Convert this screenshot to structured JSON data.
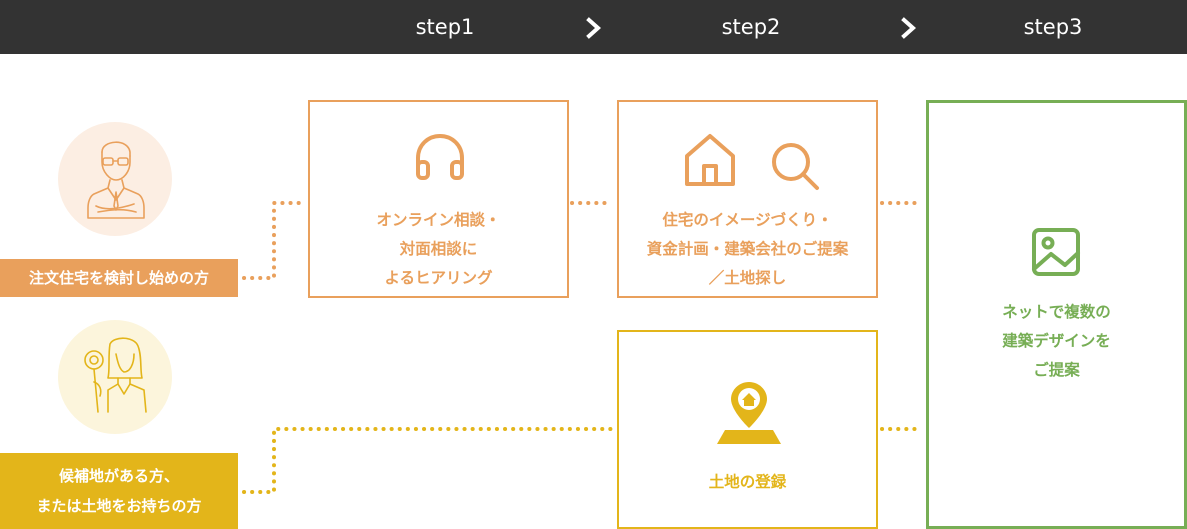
{
  "header": {
    "steps": [
      "step1",
      "step2",
      "step3"
    ]
  },
  "colors": {
    "header_bg": "#333333",
    "orange": "#E9A05C",
    "yellow": "#E3B51A",
    "green": "#77AE55",
    "orange_light": "#FCEEE3",
    "yellow_light": "#FCF5DC"
  },
  "starts": {
    "customer_a": [
      "注文住宅を検討し始めの方"
    ],
    "customer_b": [
      "候補地がある方、",
      "または土地をお持ちの方"
    ]
  },
  "steps": {
    "consult": [
      "オンライン相談・",
      "対面相談に",
      "よるヒアリング"
    ],
    "planning": [
      "住宅のイメージづくり・",
      "資金計画・建築会社のご提案",
      "／土地探し"
    ],
    "land": [
      "土地の登録"
    ],
    "proposal": [
      "ネットで複数の",
      "建築デザインを",
      "ご提案"
    ]
  },
  "icons": {
    "customer_a": "man-with-glasses-icon",
    "customer_b": "woman-with-magnifier-icon",
    "consult": "headphones-icon",
    "planning_home": "house-icon",
    "planning_search": "search-icon",
    "land": "map-pin-house-icon",
    "proposal": "image-icon"
  }
}
